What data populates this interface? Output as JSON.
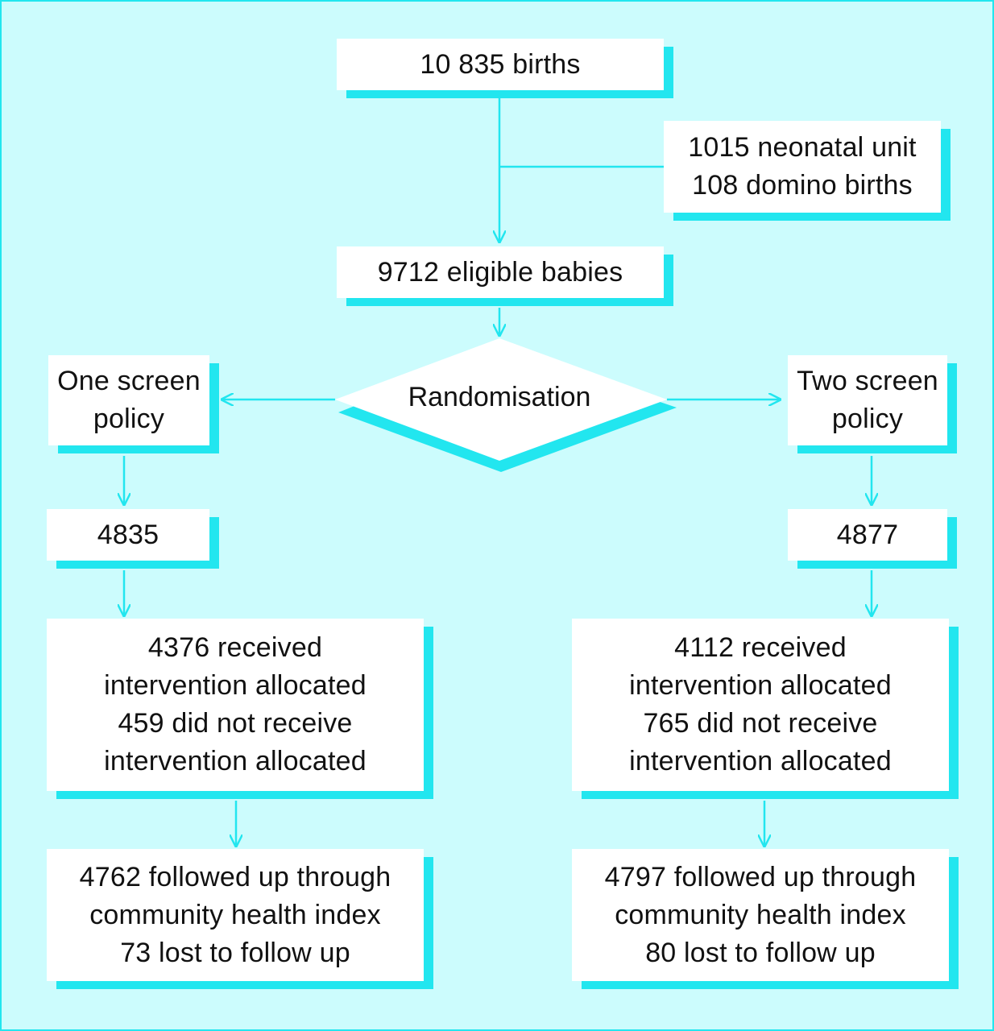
{
  "nodes": {
    "births": "10 835 births",
    "excluded": [
      "1015 neonatal unit",
      "108 domino births"
    ],
    "eligible": "9712 eligible babies",
    "randomisation": "Randomisation",
    "one_screen": [
      "One screen",
      "policy"
    ],
    "two_screen": [
      "Two screen",
      "policy"
    ],
    "one_count": "4835",
    "two_count": "4877",
    "one_intervention": [
      "4376 received",
      "intervention allocated",
      "459 did not receive",
      "intervention allocated"
    ],
    "two_intervention": [
      "4112 received",
      "intervention allocated",
      "765 did not receive",
      "intervention allocated"
    ],
    "one_followup": [
      "4762 followed up through",
      "community health index",
      "73 lost to follow up"
    ],
    "two_followup": [
      "4797 followed up through",
      "community health index",
      "80 lost to follow up"
    ]
  },
  "colors": {
    "background": "#ccfcfd",
    "accent": "#22e6ef",
    "box": "#ffffff",
    "text": "#111111"
  }
}
